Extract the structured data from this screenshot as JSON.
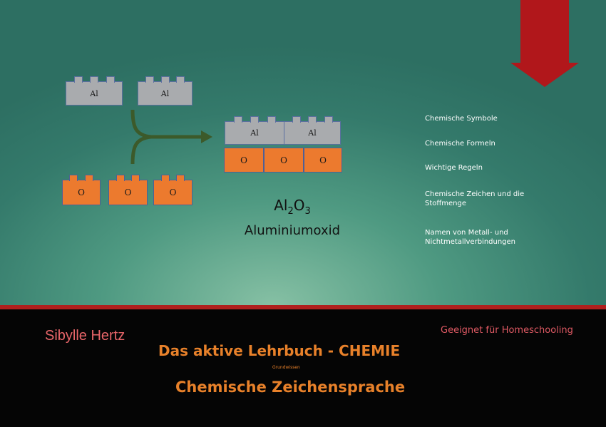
{
  "cover": {
    "bricks": {
      "aluminium_symbol": "Al",
      "oxygen_symbol": "O"
    },
    "formula": {
      "part1": "Al",
      "sub1": "2",
      "part2": "O",
      "sub2": "3"
    },
    "compound_name": "Aluminiumoxid",
    "topics": [
      "Chemische Symbole",
      "Chemische Formeln",
      "Wichtige Regeln",
      "Chemische Zeichen und die Stoffmenge",
      "Namen von Metall- und Nichtmetallverbindungen"
    ],
    "author": "Sibylle Hertz",
    "hint": "Geeignet für Homeschooling",
    "title": "Das aktive Lehrbuch - CHEMIE",
    "subtitle_small": "Grundwissen",
    "title2": "Chemische Zeichensprache"
  },
  "colors": {
    "board": "#3f8a76",
    "arrow_red": "#b1171b",
    "brick_grey": "#a9abae",
    "brick_orange": "#ec7a2e",
    "arrow_green": "#3c5a2a",
    "title_orange": "#e8812a",
    "author_red": "#e9666a"
  },
  "icons": [
    "down-arrow-icon",
    "reaction-arrow-icon"
  ]
}
